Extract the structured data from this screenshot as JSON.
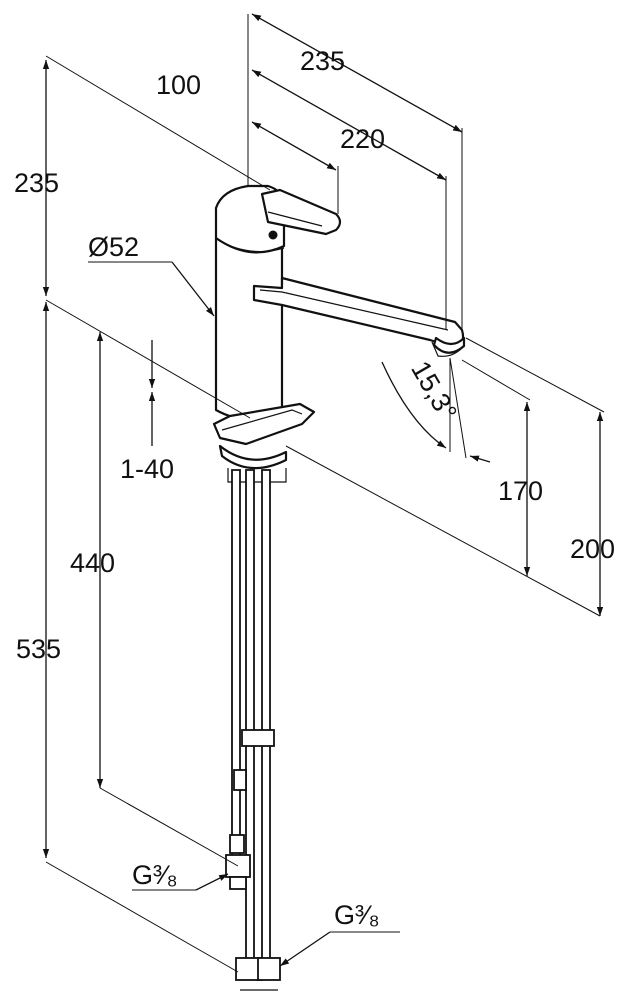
{
  "labels": {
    "top_width_total": "235",
    "handle_reach": "100",
    "spout_reach": "220",
    "upper_height": "235",
    "body_diameter": "Ø52",
    "deck_thickness": "1-40",
    "spout_angle": "15,3°",
    "spout_clearance": "170",
    "spout_height": "200",
    "hose_length": "440",
    "overall_height": "535",
    "connection_left": "G³⁄₈",
    "connection_right": "G³⁄₈"
  }
}
